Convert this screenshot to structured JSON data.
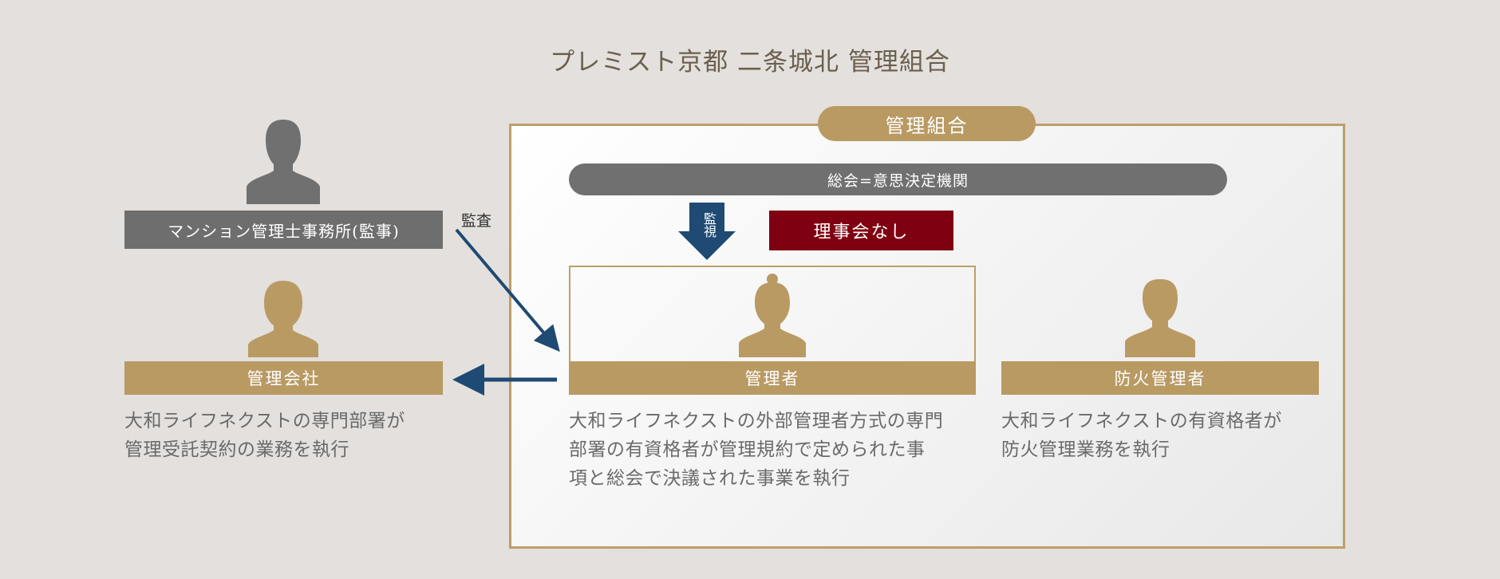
{
  "title": "プレミスト京都 二条城北 管理組合",
  "union": {
    "label": "管理組合",
    "general_meeting": "総会=意思決定機関",
    "monitor_label": "監視",
    "no_board": "理事会なし"
  },
  "auditor": {
    "label": "マンション管理士事務所(監事)",
    "relation": "監査"
  },
  "management_company": {
    "label": "管理会社",
    "description": [
      "大和ライフネクストの専門部署が",
      "管理受託契約の業務を執行"
    ]
  },
  "manager": {
    "label": "管理者",
    "description": [
      "大和ライフネクストの外部管理者方式の専門",
      "部署の有資格者が管理規約で定められた事",
      "項と総会で決議された事業を執行"
    ]
  },
  "fire_manager": {
    "label": "防火管理者",
    "description": [
      "大和ライフネクストの有資格者が",
      "防火管理業務を執行"
    ]
  },
  "colors": {
    "gold": "#b99a63",
    "gray": "#6e6e6e",
    "red": "#7f0010",
    "blue": "#1e4a73"
  }
}
